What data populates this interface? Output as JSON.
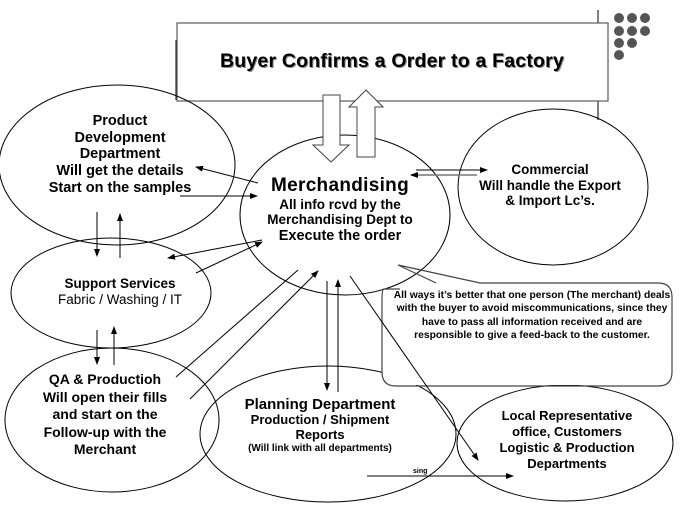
{
  "title": "Buyer Confirms a Order  to  a Factory",
  "nodes": {
    "product_development": {
      "heading_line1": "Product",
      "heading_line2": "Development",
      "heading_line3": "Department",
      "detail_line1": "Will get the details",
      "detail_line2": "Start on the samples"
    },
    "merchandising": {
      "heading": "Merchandising",
      "detail_line1": "All info rcvd by the",
      "detail_line2": "Merchandising Dept to",
      "detail_line3": "Execute the order"
    },
    "commercial": {
      "heading": "Commercial",
      "detail_line1": "Will handle the Export",
      "detail_line2": "& Import Lc’s."
    },
    "support_services": {
      "heading": "Support Services",
      "detail": "Fabric / Washing / IT"
    },
    "qa_production": {
      "heading": "QA & Productioh",
      "detail_line1": "Will open their fills",
      "detail_line2": "and start on the",
      "detail_line3": "Follow-up with the",
      "detail_line4": "Merchant"
    },
    "planning": {
      "heading": "Planning Department",
      "detail_line1": "Production / Shipment",
      "detail_line2": "Reports",
      "detail_line3": "(Will link with all departments)"
    },
    "local_representative": {
      "line1": "Local Representative",
      "line2": "office, Customers",
      "line3": "Logistic & Production",
      "line4": "Departments"
    }
  },
  "callout": {
    "text": "All ways it’s better that one person (The merchant) deals with the buyer to avoid miscommunications, since they have to pass all information received and are responsible to give a  feed-back to the customer."
  },
  "arrow_label": "sing",
  "decoration": {
    "dot_grid_color": "#555555"
  }
}
